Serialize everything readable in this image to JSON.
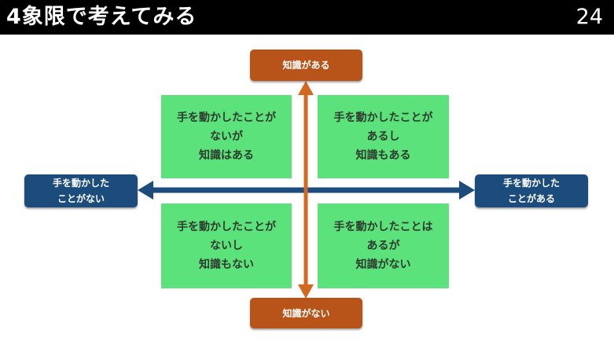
{
  "header": {
    "title": "4象限で考えてみる",
    "page_number": "24"
  },
  "axes": {
    "top_label": "知識がある",
    "bottom_label": "知識がない",
    "left_label": "手を動かした\nことがない",
    "right_label": "手を動かした\nことがある",
    "vertical_color": "#d2691e",
    "horizontal_color": "#1c4c7c"
  },
  "quadrants": {
    "top_left": "手を動かしたことが\nないが\n知識はある",
    "top_right": "手を動かしたことが\nあるし\n知識もある",
    "bottom_left": "手を動かしたことが\nないし\n知識もない",
    "bottom_right": "手を動かしたことは\nあるが\n知識がない",
    "color": "#5be27a"
  }
}
